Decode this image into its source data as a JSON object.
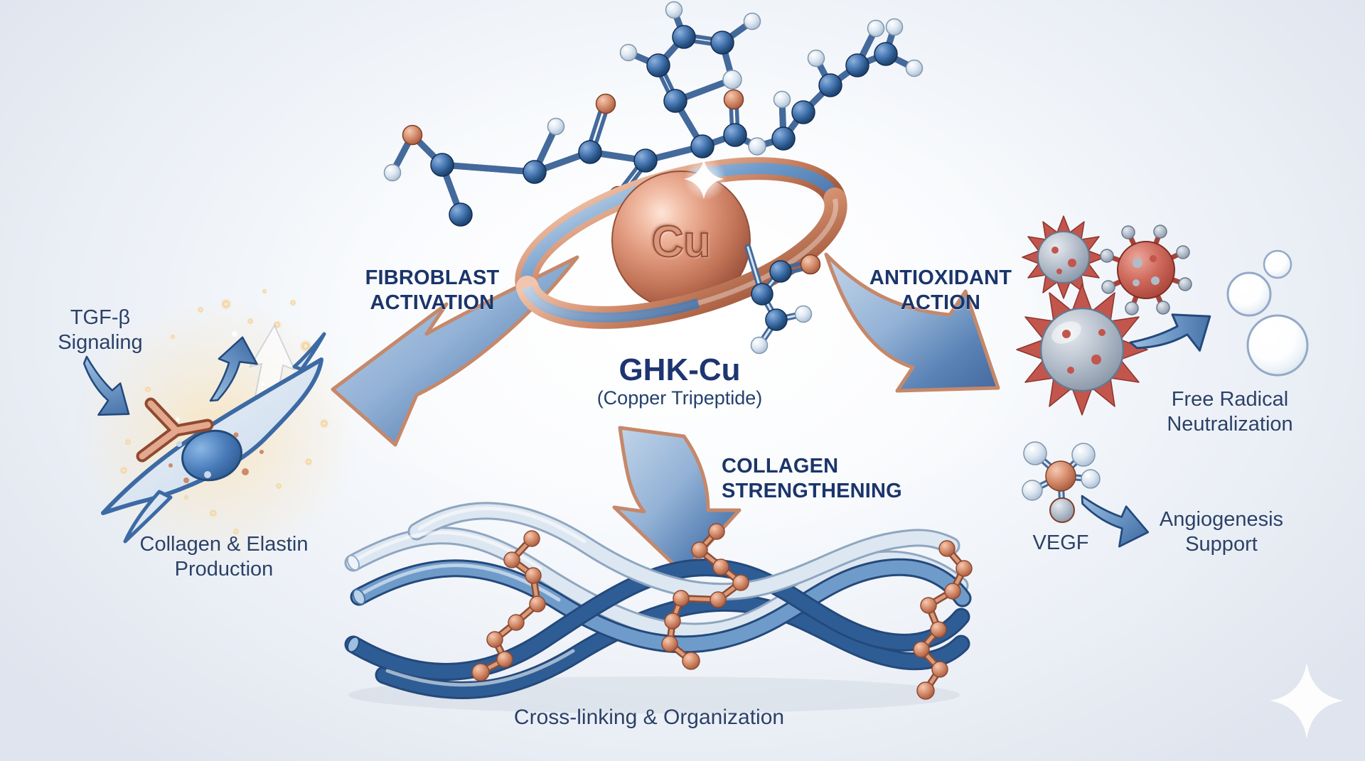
{
  "page": {
    "title": "GHK-Cu (Copper Tripeptide) mechanism diagram"
  },
  "center": {
    "cu_symbol": "Cu",
    "name": "GHK-Cu",
    "subtitle": "(Copper Tripeptide)"
  },
  "branches": {
    "fibroblast": {
      "line1": "FIBROBLAST",
      "line2": "ACTIVATION"
    },
    "antioxidant": {
      "line1": "ANTIOXIDANT",
      "line2": "ACTION"
    },
    "collagen": {
      "line1": "COLLAGEN",
      "line2": "STRENGTHENING"
    }
  },
  "left_panel": {
    "tgf": {
      "line1": "TGF-β",
      "line2": "Signaling"
    },
    "outcome": {
      "line1": "Collagen & Elastin",
      "line2": "Production"
    }
  },
  "right_panel": {
    "free_radical": {
      "line1": "Free Radical",
      "line2": "Neutralization"
    },
    "vegf_label": "VEGF",
    "angiogenesis": {
      "line1": "Angiogenesis",
      "line2": "Support"
    }
  },
  "bottom_panel": {
    "caption": "Cross-linking & Organization"
  },
  "icons": {
    "sparkle_icon": "✦"
  },
  "colors": {
    "navy_text": "#1d3570",
    "copper": "#c07a5c",
    "arrow_blue": "#5d88bb",
    "background_edge": "#dfe4ee",
    "gold_glow": "#f3d9ad"
  }
}
